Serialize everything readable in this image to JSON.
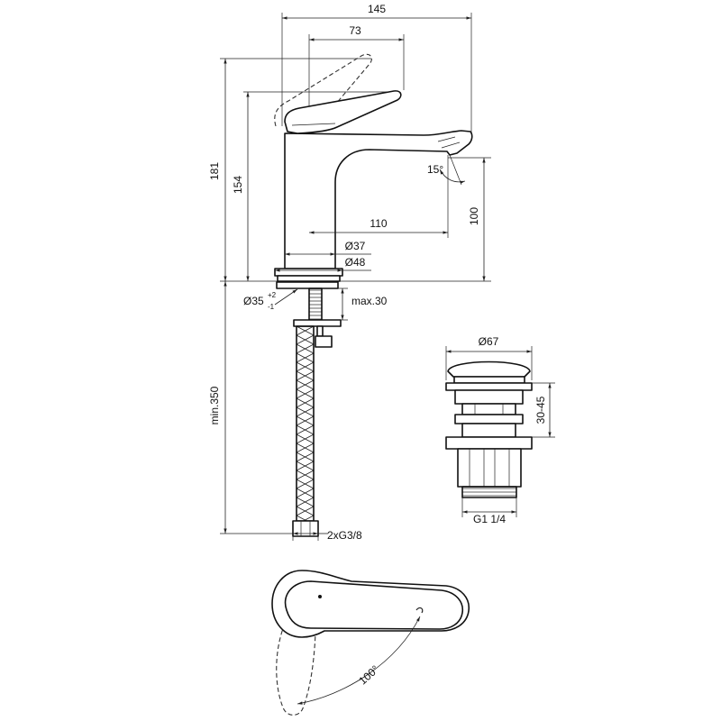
{
  "dimensions": {
    "overall_width": "145",
    "handle_width": "73",
    "overall_height": "181",
    "handle_height": "154",
    "spout_angle": "15°",
    "spout_height": "100",
    "spout_reach": "110",
    "body_diameter": "Ø37",
    "base_diameter": "Ø48",
    "hole_diameter": "Ø35",
    "hole_tol_upper": "+2",
    "hole_tol_lower": "-1",
    "max_thickness": "max.30",
    "hose_length": "min.350",
    "connection": "2xG3/8",
    "waste_diameter": "Ø67",
    "waste_range": "30-45",
    "waste_thread": "G1 1/4",
    "handle_rotation": "100°"
  }
}
